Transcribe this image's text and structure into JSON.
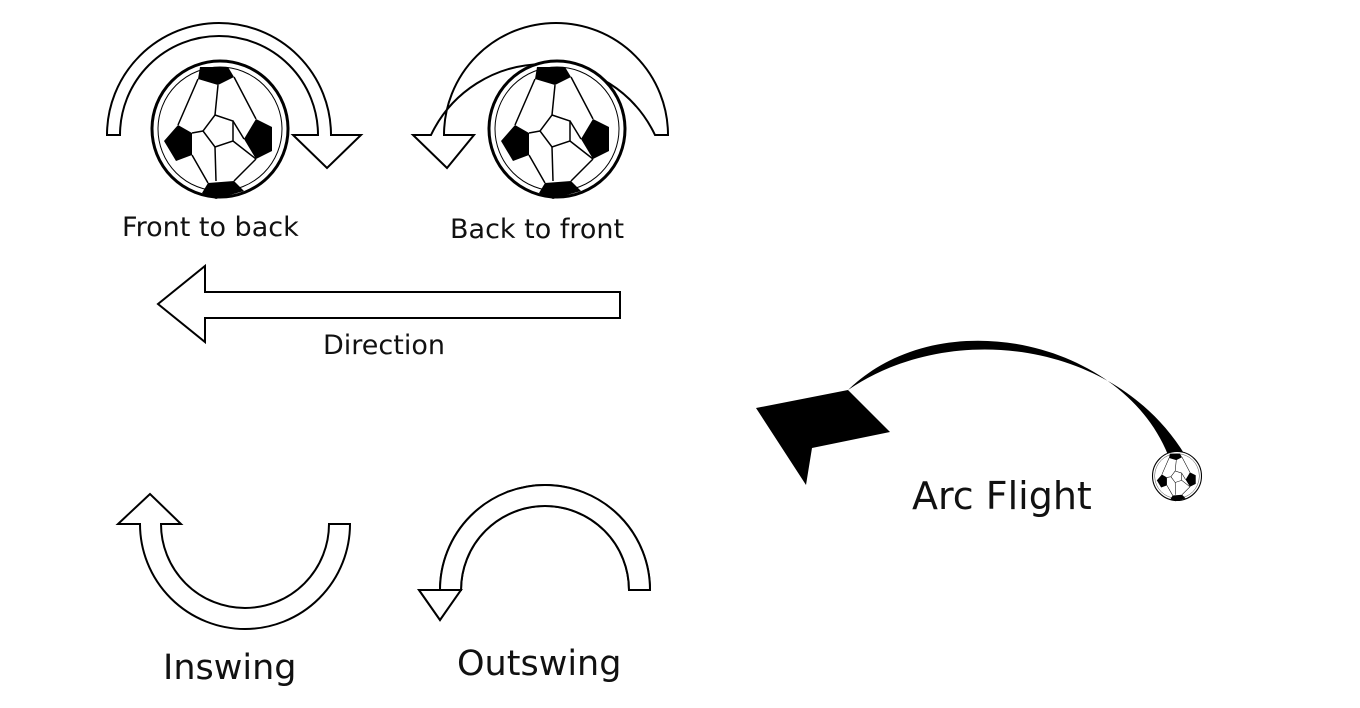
{
  "labels": {
    "front_to_back": "Front to back",
    "back_to_front": "Back to front",
    "direction": "Direction",
    "arc_flight": "Arc Flight",
    "inswing": "Inswing",
    "outswing": "Outswing"
  },
  "icons": {
    "ball": "soccer-ball-icon",
    "spin_arrow": "curved-arrow-icon",
    "direction_arrow": "left-arrow-icon",
    "flight_arrow": "arc-flight-arrow-icon"
  },
  "colors": {
    "ink": "#000000",
    "paper": "#ffffff"
  }
}
